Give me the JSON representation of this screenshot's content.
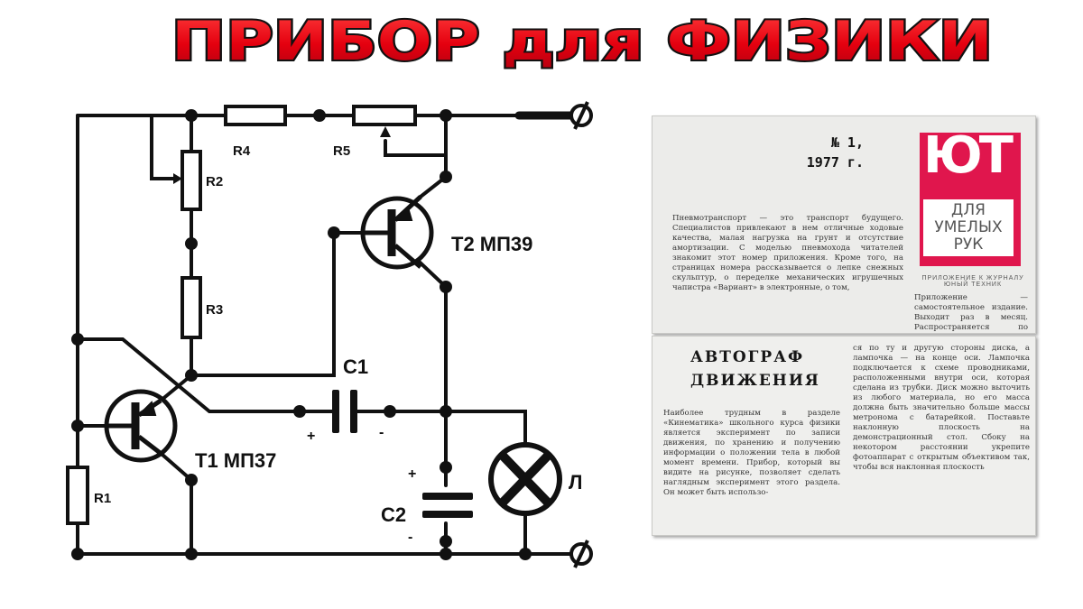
{
  "title": {
    "text": "ПРИБОР для ФИЗИКИ",
    "color": "#e4000f"
  },
  "schematic": {
    "labels": {
      "R1": "R1",
      "R2": "R2",
      "R3": "R3",
      "R4": "R4",
      "R5": "R5",
      "C1": "C1",
      "C2": "C2",
      "T1": "T1 МП37",
      "T2": "T2 МП39",
      "lamp": "Л",
      "c1_plus": "+",
      "c1_minus": "-",
      "c2_plus": "+",
      "c2_minus": "-"
    }
  },
  "magazine_top": {
    "issue_number": "№ 1,",
    "issue_year": "1977 г.",
    "logo": {
      "letters": "ЮТ",
      "line1": "ДЛЯ",
      "line2": "УМЕЛЫХ",
      "line3": "РУК",
      "caption": "ПРИЛОЖЕНИЕ К ЖУРНАЛУ ЮНЫЙ ТЕХНИК",
      "color": "#e0164d"
    },
    "body_left": "Пневмотранспорт — это транспорт будущего. Специалистов привлекают в нем отличные ходовые качества, малая нагрузка на грунт и отсутствие амортизации. С моделью пневмохода читателей знакомит этот номер приложения. Кроме того, на страницах номера рассказывается о лепке снежных скульптур, о переделке механических игрушечных чапистра «Вариант» в электронные, о том,",
    "body_right": "Приложение — самостоятельное издание. Выходит раз в месяц. Распространяется по подписке"
  },
  "magazine_bottom": {
    "heading_line1": "АВТОГРАФ",
    "heading_line2": "ДВИЖЕНИЯ",
    "col_left": "Наиболее трудным в разделе «Кинематика» школьного курса физики является эксперимент по записи движения, по хранению и получению информации о положении тела в любой момент времени. Прибор, который вы видите на рисунке, позволяет сделать наглядным эксперимент этого раздела. Он может быть использо-",
    "col_right": "ся по ту и другую стороны диска, а лампочка — на конце оси. Лампочка подключается к схеме проводниками, расположенными внутри оси, которая сделана из трубки. Диск можно выточить из любого материала, но его масса должна быть значительно больше массы метронома с батарейкой. Поставьте наклонную плоскость на демонстрационный стол. Сбоку на некотором расстоянии укрепите фотоаппарат с открытым объективом так, чтобы вся наклонная плоскость"
  }
}
